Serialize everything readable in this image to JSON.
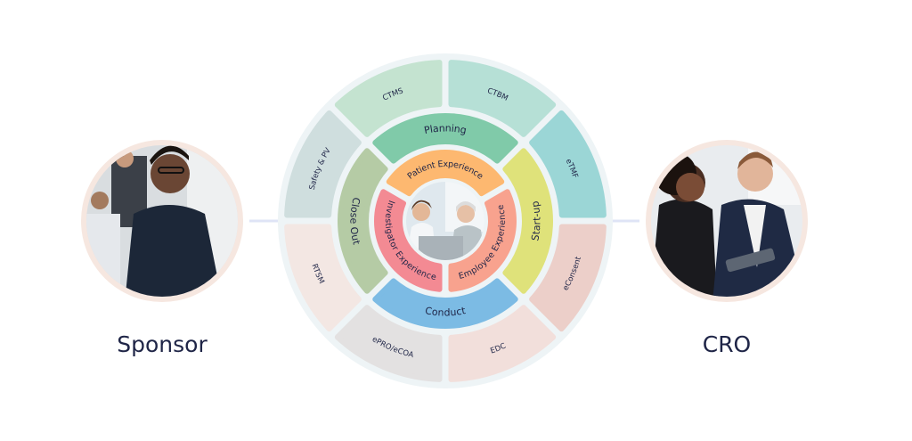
{
  "actors": {
    "sponsor": {
      "label": "Sponsor"
    },
    "cro": {
      "label": "CRO"
    }
  },
  "wheel": {
    "outer_ring": [
      {
        "label": "CTMS",
        "color": "#c4e3d0"
      },
      {
        "label": "CTBM",
        "color": "#b6e0d6"
      },
      {
        "label": "eTMF",
        "color": "#9bd6d6"
      },
      {
        "label": "eConsent",
        "color": "#eccfc9"
      },
      {
        "label": "EDC",
        "color": "#f2dfdb"
      },
      {
        "label": "ePRO/eCOA",
        "color": "#e3e1e1"
      },
      {
        "label": "RTSM",
        "color": "#f3e7e3"
      },
      {
        "label": "Safety & PV",
        "color": "#cfdede"
      }
    ],
    "middle_ring": [
      {
        "label": "Planning",
        "color": "#80caa9"
      },
      {
        "label": "Start-up",
        "color": "#dfe27a"
      },
      {
        "label": "Conduct",
        "color": "#7cbbe4"
      },
      {
        "label": "Close Out",
        "color": "#b5cba5"
      }
    ],
    "inner_ring": [
      {
        "label": "Patient Experience",
        "color": "#fdb870"
      },
      {
        "label": "Employee Experience",
        "color": "#f8a28e"
      },
      {
        "label": "Investigator Experience",
        "color": "#f38a93"
      }
    ],
    "background_color": "#eef4f6",
    "connector_color": "#dfe4f6",
    "text_color": "#1f2547"
  }
}
